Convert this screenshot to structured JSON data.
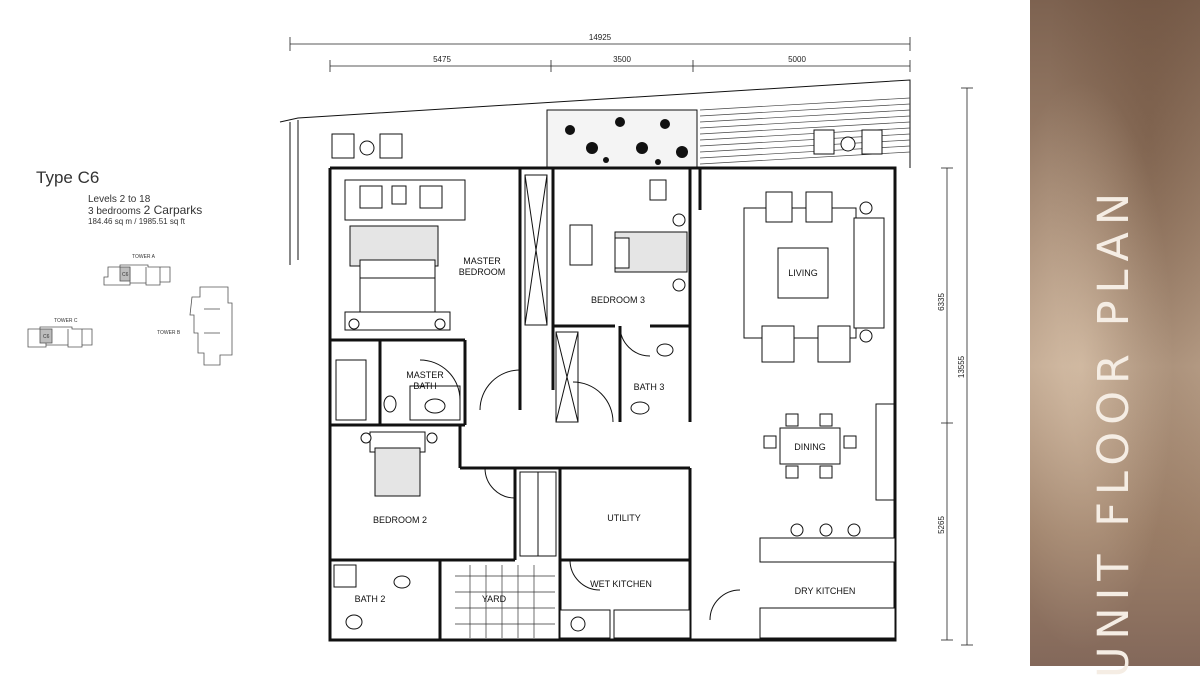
{
  "info": {
    "type": "Type C6",
    "levels": "Levels 2 to 18",
    "bedrooms": "3 bedrooms",
    "carparks": "2 Carparks",
    "area": "184.46 sq m / 1985.51 sq ft"
  },
  "keyplan": {
    "tower_a": "TOWER A",
    "tower_b": "TOWER B",
    "tower_c": "TOWER C",
    "unit": "C6"
  },
  "dimensions": {
    "total_width": "14925",
    "w1": "5475",
    "w2": "3500",
    "w3": "5000",
    "total_depth": "13555",
    "d1": "6335",
    "d2": "5265"
  },
  "rooms": {
    "master_bedroom_1": "MASTER",
    "master_bedroom_2": "BEDROOM",
    "master_bath_1": "MASTER",
    "master_bath_2": "BATH",
    "bedroom3": "BEDROOM 3",
    "bath3": "BATH 3",
    "living": "LIVING",
    "dining": "DINING",
    "bedroom2": "BEDROOM 2",
    "utility": "UTILITY",
    "bath2": "BATH 2",
    "yard": "YARD",
    "wet_kitchen": "WET KITCHEN",
    "dry_kitchen": "DRY KITCHEN"
  },
  "sidebar_title": "UNIT FLOOR PLAN",
  "colors": {
    "wall": "#111111",
    "sidebar": "#a58a74",
    "sidebar_text": "#f5ede4"
  }
}
